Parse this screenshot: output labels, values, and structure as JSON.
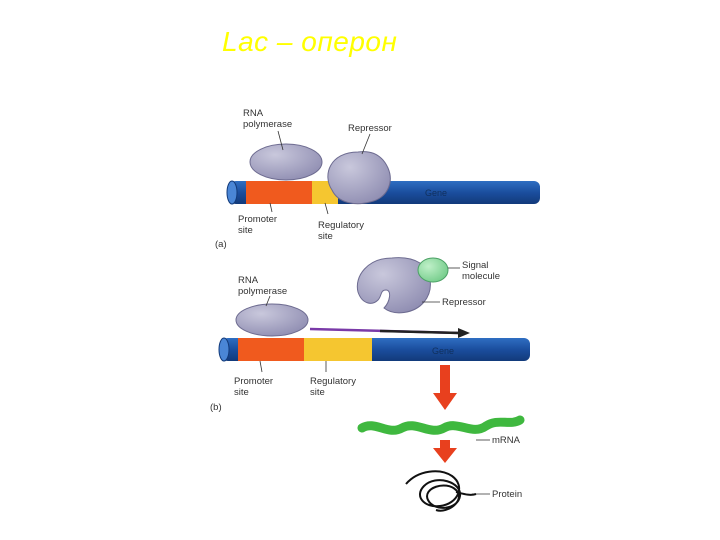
{
  "slide": {
    "title": "Lac – оперон",
    "title_color": "#ffff00"
  },
  "panel_a": {
    "tag": "(a)",
    "rna_polymerase": [
      "RNA",
      "polymerase"
    ],
    "repressor": "Repressor",
    "gene": "Gene",
    "promoter_site": [
      "Promoter",
      "site"
    ],
    "regulatory_site": [
      "Regulatory",
      "site"
    ]
  },
  "panel_b": {
    "tag": "(b)",
    "rna_polymerase": [
      "RNA",
      "polymerase"
    ],
    "signal_molecule": [
      "Signal",
      "molecule"
    ],
    "repressor": "Repressor",
    "gene": "Gene",
    "promoter_site": [
      "Promoter",
      "site"
    ],
    "regulatory_site": [
      "Regulatory",
      "site"
    ],
    "mrna": "mRNA",
    "protein": "Protein"
  },
  "colors": {
    "dna": "#1f55a6",
    "promoter": "#f05a1e",
    "regulatory": "#f5c630",
    "protein_blob": "#a9a7c6",
    "signal": "#8fd8a0",
    "mrna": "#3fb83f",
    "arrow_down": "#e8401e",
    "transcription_arrow": "#7a3aa8"
  }
}
